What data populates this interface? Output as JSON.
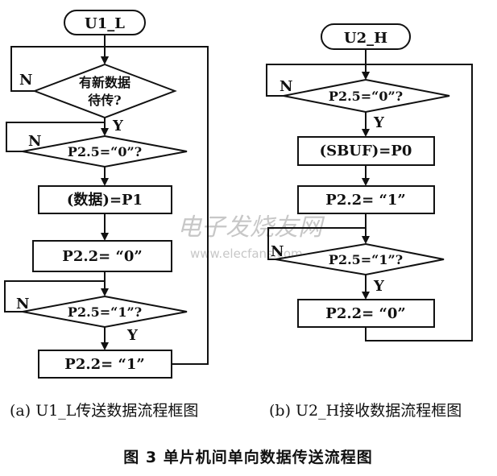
{
  "left_flow": {
    "start": "U1_L",
    "decision_1": [
      "有新数据",
      "待传?"
    ],
    "decision_2": "P2.5=“0”?",
    "process_1": "(数据)=P1",
    "process_2": "P2.2= “0”",
    "decision_3": "P2.5=“1”?",
    "process_3": "P2.2= “1”",
    "yes": "Y",
    "no": "N"
  },
  "right_flow": {
    "start": "U2_H",
    "decision_1": "P2.5=“0”?",
    "process_1": "(SBUF)=P0",
    "process_2": "P2.2= “1”",
    "decision_2": "P2.5=“1”?",
    "process_3": "P2.2= “0”",
    "yes": "Y",
    "no": "N"
  },
  "captions": {
    "a": "(a) U1_L传送数据流程框图",
    "b": "(b) U2_H接收数据流程框图"
  },
  "figure_title": "图 3  单片机间单向数据传送流程图",
  "watermark": {
    "cn": "电子发烧友网",
    "url": "www.elecfans.com"
  }
}
